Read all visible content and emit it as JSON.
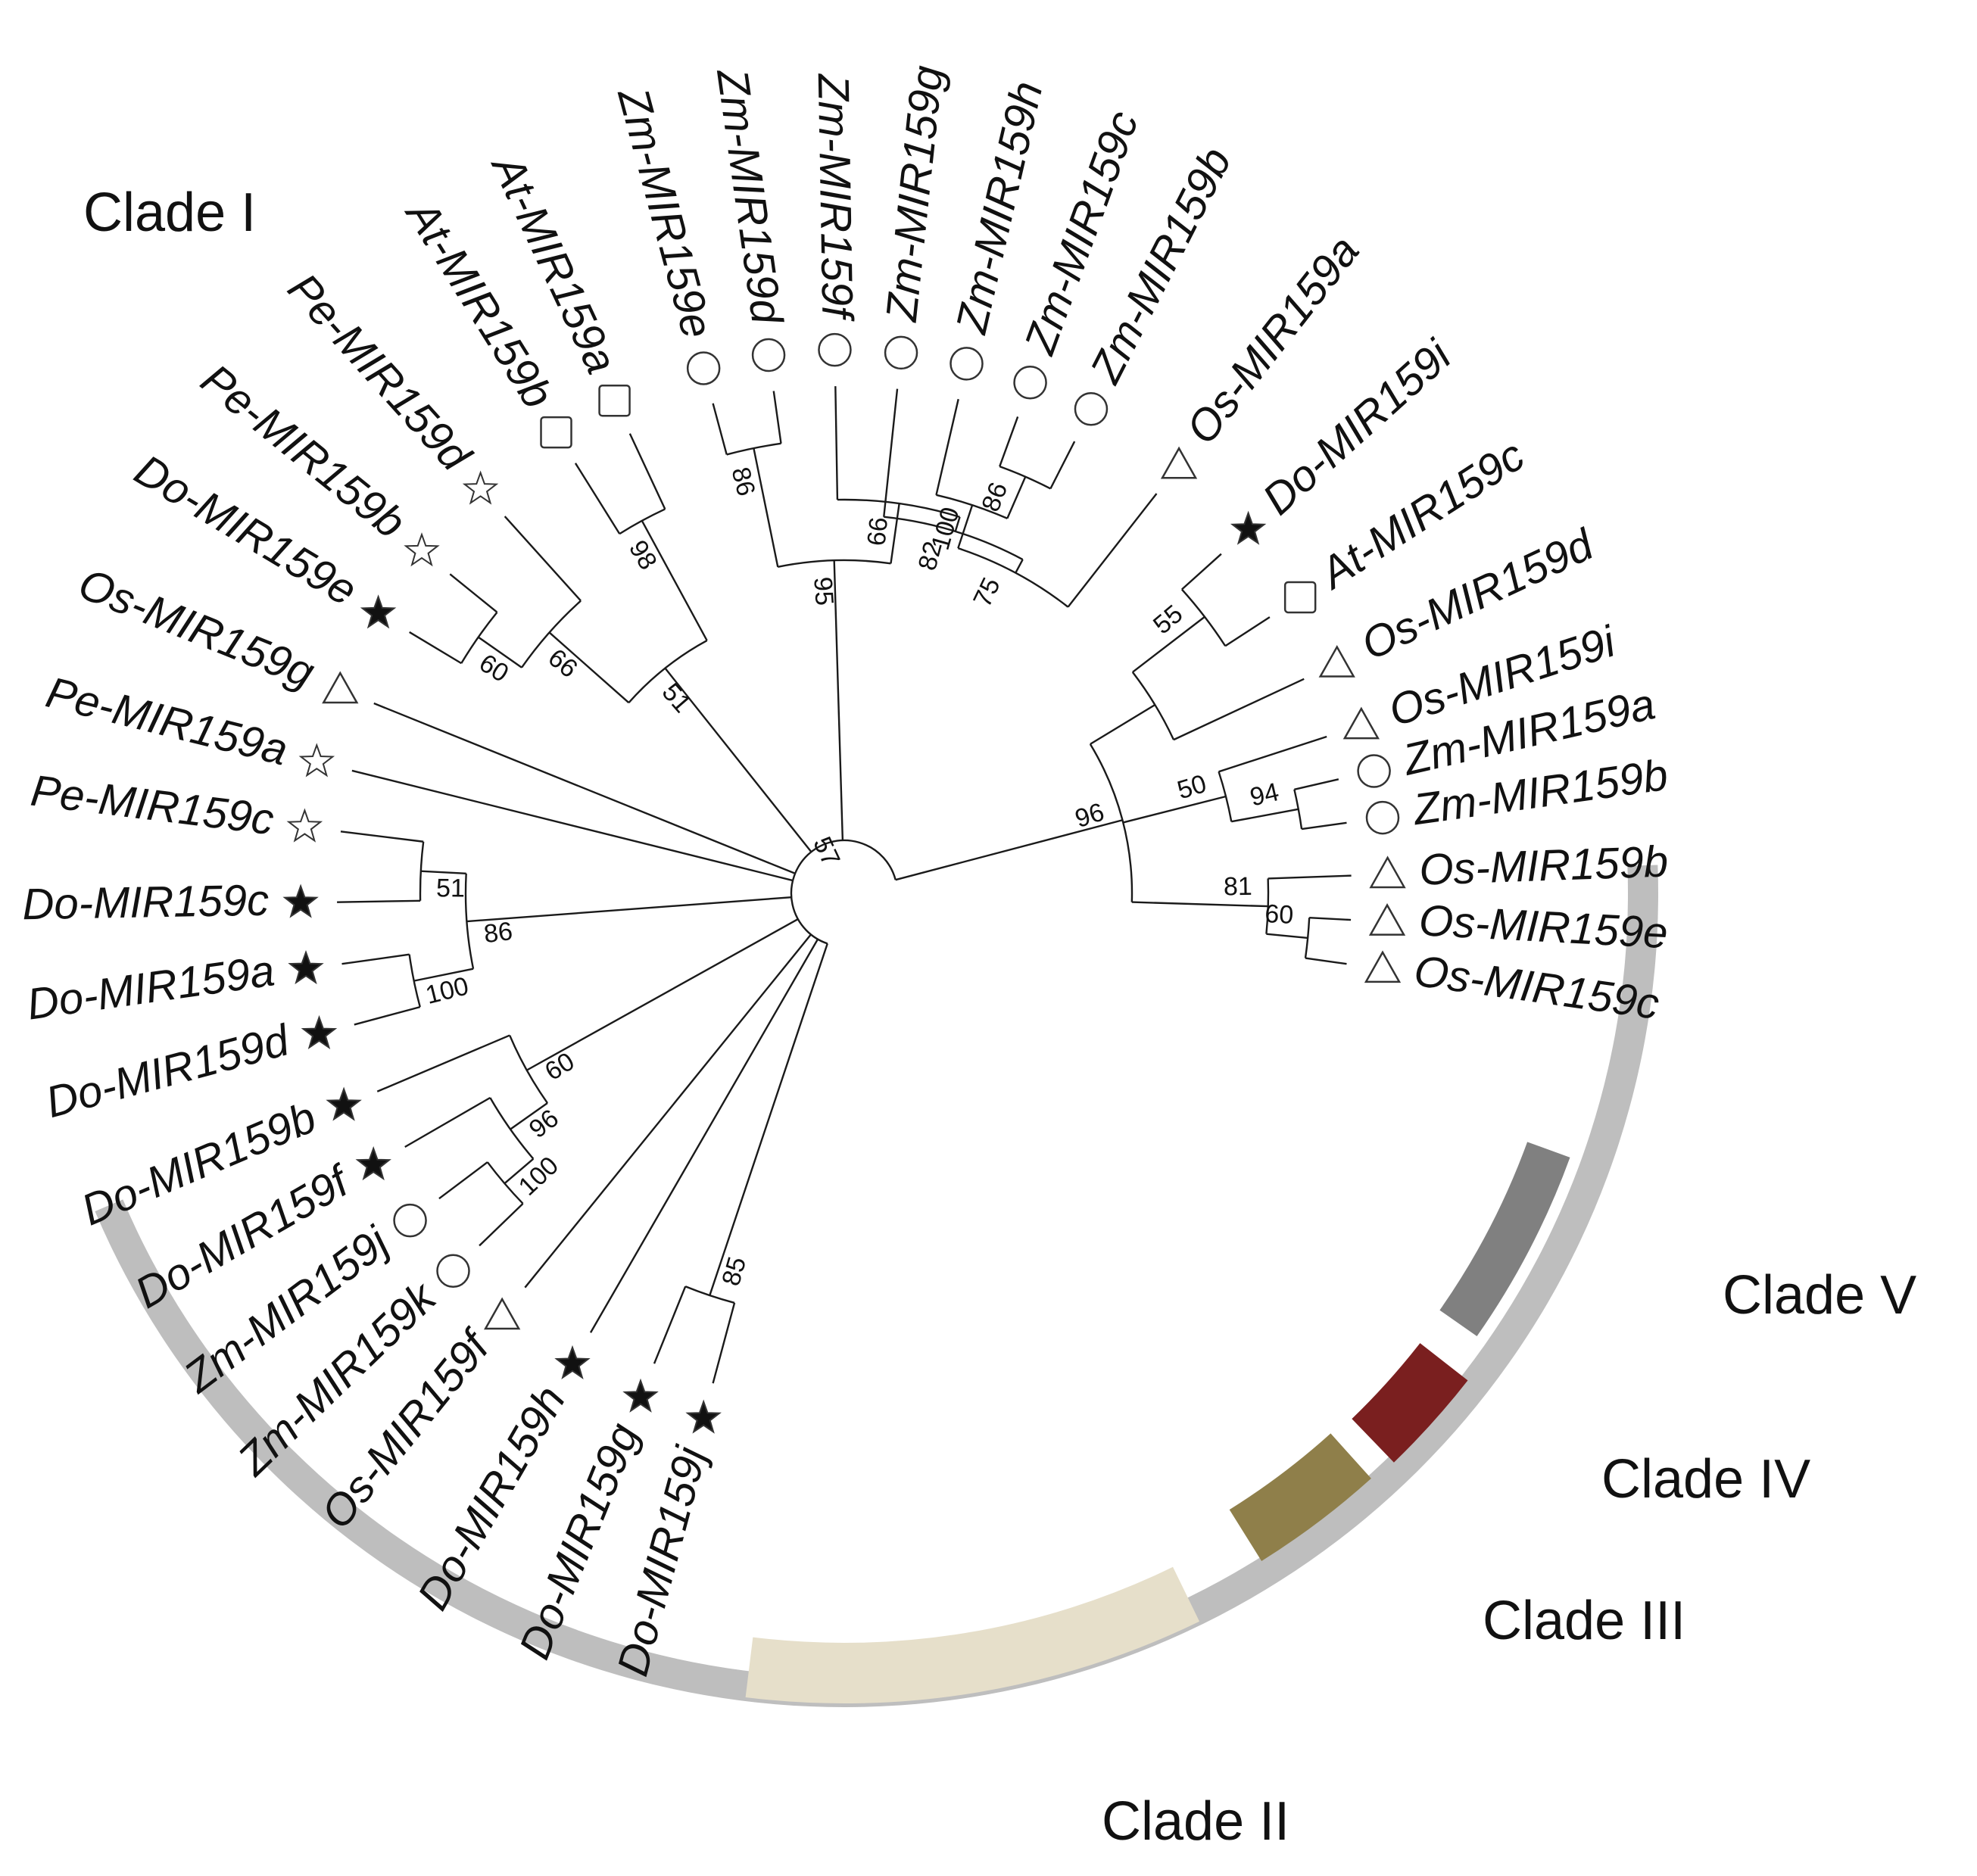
{
  "species_colors": {
    "open": "#ffffff",
    "filled": "#111111",
    "stroke": "#333333"
  },
  "clades": [
    {
      "label": "Clade I",
      "color": "#bebebe"
    },
    {
      "label": "Clade II",
      "color": "#e6dfca"
    },
    {
      "label": "Clade III",
      "color": "#8f7f4a"
    },
    {
      "label": "Clade IV",
      "color": "#7a1f1f"
    },
    {
      "label": "Clade V",
      "color": "#808080"
    }
  ],
  "leaves": [
    {
      "label": "Os-MIR159c",
      "icon": "triangle-icon"
    },
    {
      "label": "Os-MIR159e",
      "icon": "triangle-icon"
    },
    {
      "label": "Os-MIR159b",
      "icon": "triangle-icon"
    },
    {
      "label": "Zm-MIR159b",
      "icon": "circle-icon"
    },
    {
      "label": "Zm-MIR159a",
      "icon": "circle-icon"
    },
    {
      "label": "Os-MIR159i",
      "icon": "triangle-icon"
    },
    {
      "label": "Os-MIR159d",
      "icon": "triangle-icon"
    },
    {
      "label": "At-MIR159c",
      "icon": "square-icon"
    },
    {
      "label": "Do-MIR159i",
      "icon": "filled-star-icon"
    },
    {
      "label": "Os-MIR159a",
      "icon": "triangle-icon"
    },
    {
      "label": "Zm-MIR159b",
      "icon": "circle-icon"
    },
    {
      "label": "Zm-MIR159c",
      "icon": "circle-icon"
    },
    {
      "label": "Zm-MIR159h",
      "icon": "circle-icon"
    },
    {
      "label": "Zm-MIR159g",
      "icon": "circle-icon"
    },
    {
      "label": "Zm-MIR159f",
      "icon": "circle-icon"
    },
    {
      "label": "Zm-MIR159d",
      "icon": "circle-icon"
    },
    {
      "label": "Zm-MIR159e",
      "icon": "circle-icon"
    },
    {
      "label": "At-MIR159a",
      "icon": "square-icon"
    },
    {
      "label": "At-MIR159b",
      "icon": "square-icon"
    },
    {
      "label": "Pe-MIR159d",
      "icon": "open-star-icon"
    },
    {
      "label": "Pe-MIR159b",
      "icon": "open-star-icon"
    },
    {
      "label": "Do-MIR159e",
      "icon": "filled-star-icon"
    },
    {
      "label": "Os-MIR159g",
      "icon": "triangle-icon"
    },
    {
      "label": "Pe-MIR159a",
      "icon": "open-star-icon"
    },
    {
      "label": "Pe-MIR159c",
      "icon": "open-star-icon"
    },
    {
      "label": "Do-MIR159c",
      "icon": "filled-star-icon"
    },
    {
      "label": "Do-MIR159a",
      "icon": "filled-star-icon"
    },
    {
      "label": "Do-MIR159d",
      "icon": "filled-star-icon"
    },
    {
      "label": "Do-MIR159b",
      "icon": "filled-star-icon"
    },
    {
      "label": "Do-MIR159f",
      "icon": "filled-star-icon"
    },
    {
      "label": "Zm-MIR159j",
      "icon": "circle-icon"
    },
    {
      "label": "Zm-MIR159k",
      "icon": "circle-icon"
    },
    {
      "label": "Os-MIR159f",
      "icon": "triangle-icon"
    },
    {
      "label": "Do-MIR159h",
      "icon": "filled-star-icon"
    },
    {
      "label": "Do-MIR159g",
      "icon": "filled-star-icon"
    },
    {
      "label": "Do-MIR159j",
      "icon": "filled-star-icon"
    }
  ],
  "bootstrap_values": [
    "60",
    "81",
    "94",
    "50",
    "55",
    "96",
    "86",
    "100",
    "75",
    "82",
    "66",
    "86",
    "95",
    "98",
    "60",
    "66",
    "51",
    "51",
    "100",
    "86",
    "100",
    "96",
    "60",
    "85",
    "57"
  ]
}
